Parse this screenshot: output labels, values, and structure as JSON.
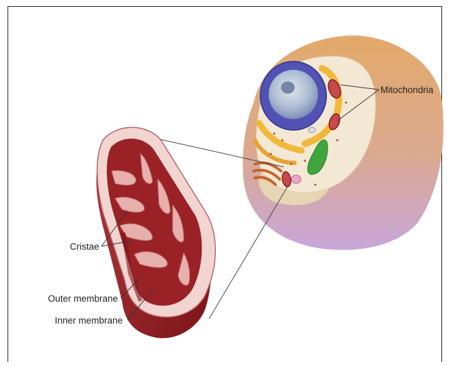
{
  "labels": {
    "mitochondria": "Mitochondria",
    "cristae": "Cristae",
    "outer_membrane": "Outer membrane",
    "inner_membrane": "Inner membrane"
  },
  "colors": {
    "cell_outer": "#e8b77a",
    "cell_lower": "#c9a2d3",
    "cytoplasm": "#f4ead6",
    "nucleus_envelope": "#4f4fb0",
    "nucleolus": "#b7c7d8",
    "er_yellow": "#f0b93a",
    "mito_dark": "#8e1a1e",
    "mito_light": "#e9b6b3",
    "chloroplast_green": "#3fa63f"
  }
}
